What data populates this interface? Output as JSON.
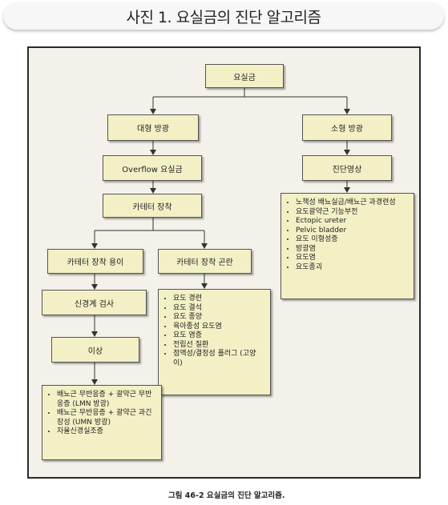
{
  "page_title": "사진 1. 요실금의 진단 알고리즘",
  "nodes": {
    "root": "요실금",
    "large_bladder": "대형 방광",
    "small_bladder": "소형 방광",
    "overflow": "Overflow 요실금",
    "imaging": "진단영상",
    "catheter": "카테터 장착",
    "catheter_easy": "카테터 장착 용이",
    "catheter_hard": "카테터 장착 곤란",
    "neuro_exam": "신경계 검사",
    "abnormal": "이상"
  },
  "lists": {
    "small_causes": [
      "노책성 배뇨실금/배뇨근 과경련성",
      "요도괄약근 기능부전",
      "Ectopic ureter",
      "Pelvic bladder",
      "요도 이형성증",
      "방광염",
      "요도염",
      "요도종괴"
    ],
    "hard_causes": [
      "요도 경련",
      "요도 결석",
      "요도 종양",
      "육아종성 요도염",
      "요도 염증",
      "전립선 질환",
      "점액성/결정성 플러그 (고양이)"
    ],
    "abnormal_causes": [
      "배뇨근 무반응증 + 괄약근 무반응증 (LMN 방광)",
      "배뇨근 무반응증 + 괄약근 과긴장성 (UMN 방광)",
      "자율신경실조증"
    ]
  },
  "caption": "그림 46-2   요실금의 진단 알고리즘."
}
